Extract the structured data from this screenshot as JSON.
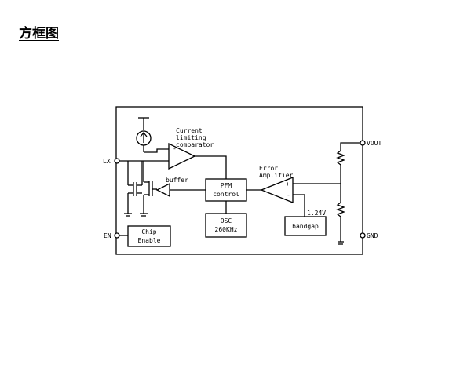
{
  "title": "方框图",
  "colors": {
    "line": "#000000",
    "background": "#ffffff"
  },
  "pins": {
    "lx": "LX",
    "en": "EN",
    "vout": "VOUT",
    "gnd": "GND"
  },
  "blocks": {
    "current_comparator": [
      "Current",
      "limiting",
      "comparator"
    ],
    "buffer": "buffer",
    "pfm_control": [
      "PFM",
      "control"
    ],
    "error_amplifier": [
      "Error",
      "Amplifier"
    ],
    "osc": [
      "OSC",
      "260KHz"
    ],
    "bandgap": "bandgap",
    "chip_enable": [
      "Chip",
      "Enable"
    ],
    "reference_voltage": "1.24V"
  }
}
